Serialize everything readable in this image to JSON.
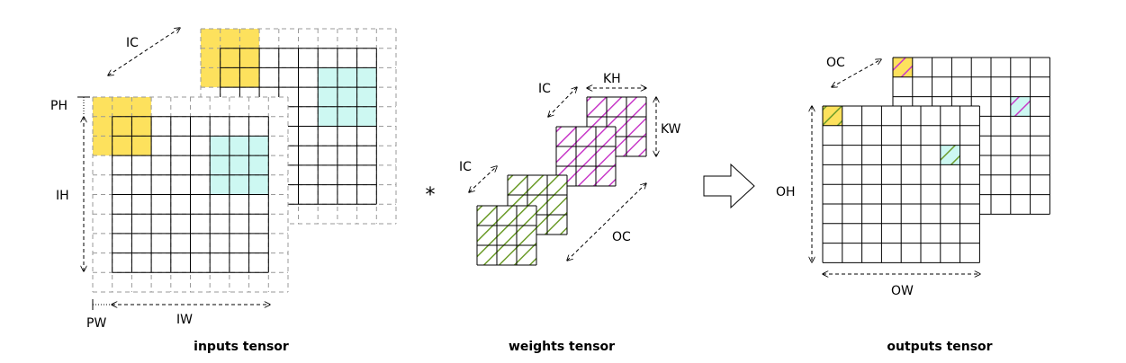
{
  "colors": {
    "padding_fill": "#fde15d",
    "window_fill": "#cdf8f2",
    "weight_front": "#6b9b29",
    "weight_back": "#c83ac8",
    "grid_solid": "#000000",
    "grid_dashed": "#999999"
  },
  "inputs": {
    "caption": "inputs tensor",
    "label_ic": "IC",
    "label_ph": "PH",
    "label_ih": "IH",
    "label_pw": "PW",
    "label_iw": "IW"
  },
  "weights": {
    "caption": "weights tensor",
    "label_ic_top": "IC",
    "label_kh": "KH",
    "label_kw": "KW",
    "label_ic_bottom": "IC",
    "label_oc": "OC"
  },
  "outputs": {
    "caption": "outputs tensor",
    "label_oc": "OC",
    "label_oh": "OH",
    "label_ow": "OW"
  },
  "operator": "*",
  "flow_arrow": "right-arrow-icon"
}
